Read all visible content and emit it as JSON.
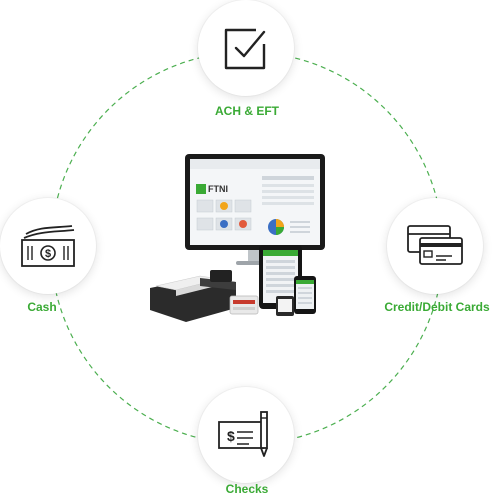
{
  "diagram": {
    "accent_color": "#3aaa35",
    "line_color": "#4caf50",
    "icon_color": "#222222",
    "nodes": [
      {
        "id": "ach",
        "label": "ACH & EFT",
        "icon": "checkbox-icon"
      },
      {
        "id": "cash",
        "label": "Cash",
        "icon": "banknotes-icon"
      },
      {
        "id": "cards",
        "label": "Credit/Debit Cards",
        "icon": "credit-cards-icon"
      },
      {
        "id": "checks",
        "label": "Checks",
        "icon": "check-and-pen-icon"
      }
    ],
    "center": {
      "image": "payment-devices-illustration",
      "logo_text": "FTNI"
    }
  }
}
